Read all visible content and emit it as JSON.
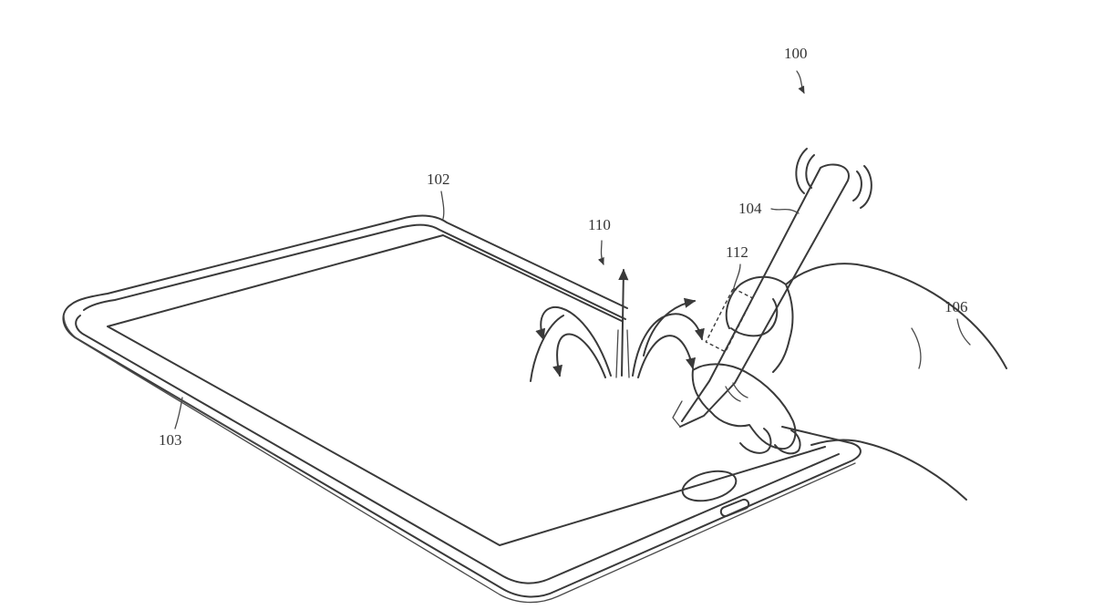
{
  "figure": {
    "labels": {
      "system": "100",
      "device": "102",
      "device_edge": "103",
      "stylus": "104",
      "hand": "106",
      "field": "110",
      "stylus_component": "112"
    },
    "colors": {
      "line": "#3a3a3a",
      "background": "#ffffff"
    }
  }
}
